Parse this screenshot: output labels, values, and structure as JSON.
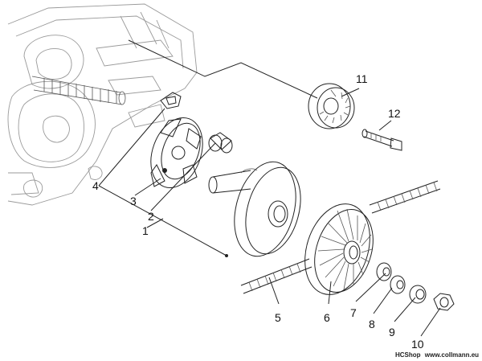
{
  "parts": [
    {
      "id": "p1",
      "number": "1",
      "part": "drive-pulley-half"
    },
    {
      "id": "p2",
      "number": "2",
      "part": "bushing"
    },
    {
      "id": "p3",
      "number": "3",
      "part": "roller-ramp-plate"
    },
    {
      "id": "p4",
      "number": "4",
      "part": "slider"
    },
    {
      "id": "p5",
      "number": "5",
      "part": "drive-belt"
    },
    {
      "id": "p6",
      "number": "6",
      "part": "fan-pulley"
    },
    {
      "id": "p7",
      "number": "7",
      "part": "washer"
    },
    {
      "id": "p8",
      "number": "8",
      "part": "washer"
    },
    {
      "id": "p9",
      "number": "9",
      "part": "washer"
    },
    {
      "id": "p10",
      "number": "10",
      "part": "nut"
    },
    {
      "id": "p11",
      "number": "11",
      "part": "bearing-roller"
    },
    {
      "id": "p12",
      "number": "12",
      "part": "bolt"
    }
  ],
  "watermark": {
    "brand": "HCShop",
    "url": "www.collmann.eu"
  }
}
